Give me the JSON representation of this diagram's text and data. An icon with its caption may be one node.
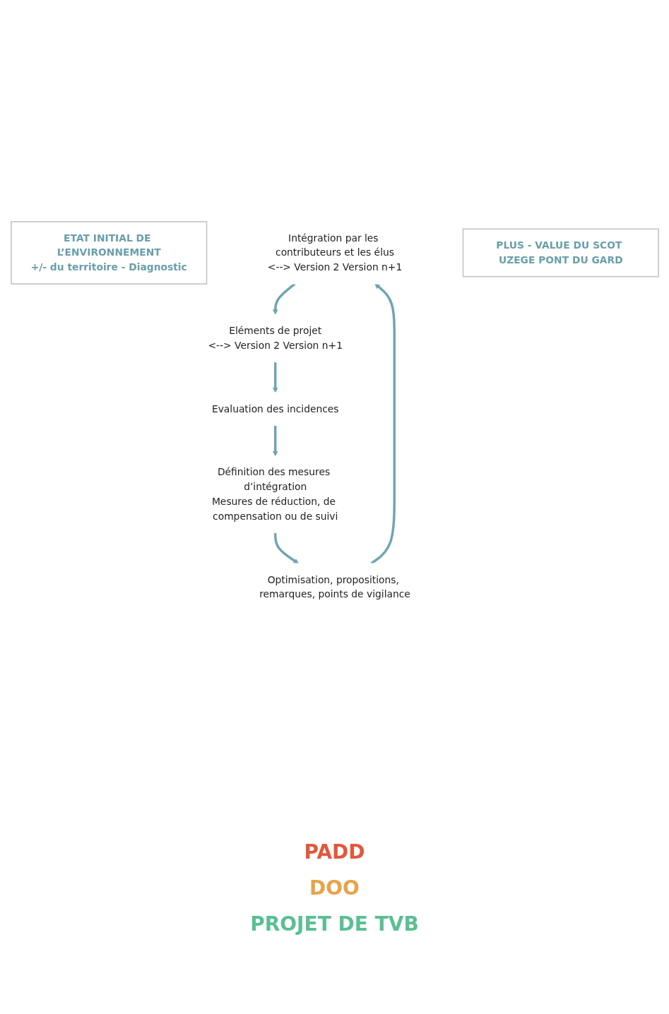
{
  "diagram": {
    "nodes": [
      {
        "text": [
          "ETAT INITIAL DE L’ENVIRONNEMENT",
          "+/- du territoire - Diagnostic"
        ]
      },
      {
        "text": [
          "Intégration par les contributeurs et les élus",
          "<--> Version 2 Version n+1"
        ]
      },
      {
        "text": [
          "Eléments de projet",
          "<--> Version 2 Version n+1"
        ]
      },
      {
        "text": [
          "Evaluation des incidences"
        ]
      },
      {
        "text": [
          "Définition des mesures d’intégration",
          "Mesures de réduction, de compensation ou de suivi"
        ]
      },
      {
        "text": [
          "Optimisation, propositions, remarques, points de vigilance"
        ]
      },
      {
        "text": [
          "PLUS - VALUE DU SCOT UZEGE PONT DU GARD"
        ]
      }
    ],
    "edges": [
      {
        "from": 1,
        "to": 2,
        "arrow": "to"
      },
      {
        "from": 2,
        "to": 3,
        "arrow": "to"
      },
      {
        "from": 3,
        "to": 4,
        "arrow": "to"
      },
      {
        "from": 4,
        "to": 5,
        "arrow": "to"
      },
      {
        "from": 5,
        "to": 1,
        "arrow": "to"
      }
    ],
    "labels": [
      "PADD",
      "DOO",
      "PROJET DE TVB"
    ]
  }
}
